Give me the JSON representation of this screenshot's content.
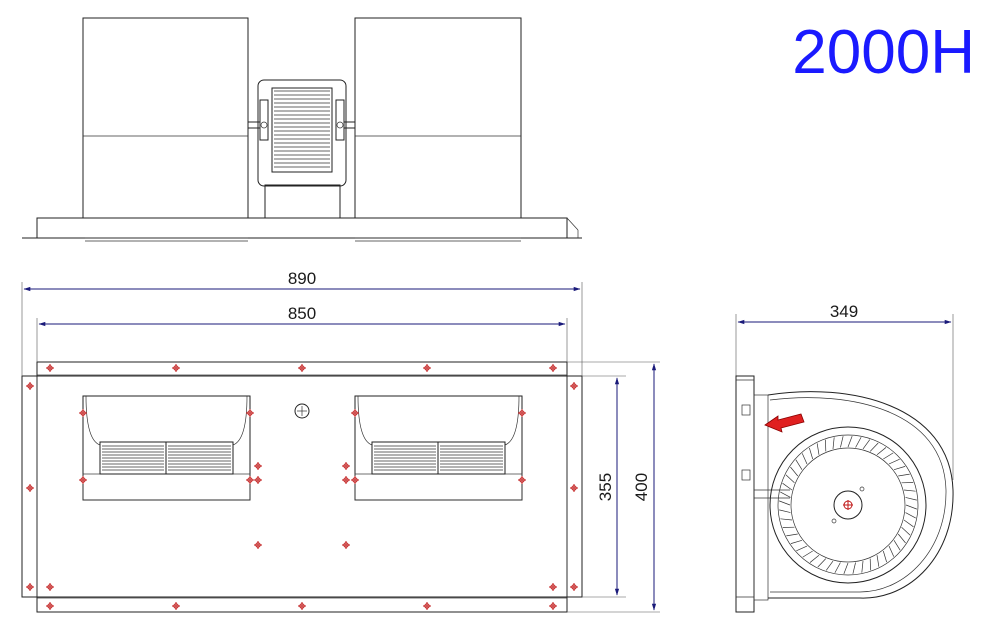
{
  "title": "2000H",
  "dimensions": {
    "overall_width": "890",
    "panel_width": "850",
    "side_depth": "349",
    "inner_height": "355",
    "overall_height": "400"
  },
  "colors": {
    "title": "#1a1aff",
    "dimension_line": "#1a1a7a",
    "mounting_point": "#c01818",
    "airflow_arrow": "#e02020"
  }
}
